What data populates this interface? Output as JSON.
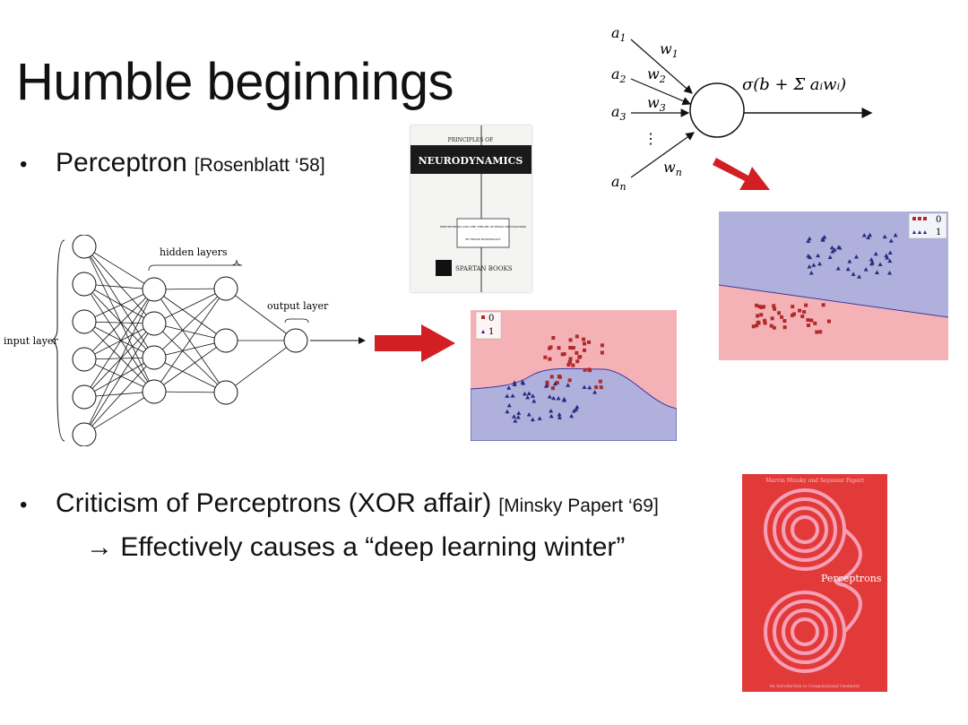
{
  "slide": {
    "title": "Humble beginnings",
    "bullet1": {
      "text": "Perceptron",
      "cite": "[Rosenblatt ‘58]"
    },
    "bullet2": {
      "text": "Criticism of Perceptrons (XOR affair)",
      "cite": "[Minsky Papert ‘69]"
    },
    "sub": "→ Effectively causes a “deep learning winter”"
  },
  "neuron": {
    "inputs": [
      "a1",
      "a2",
      "a3",
      "an"
    ],
    "weights": [
      "w1",
      "w2",
      "w3",
      "wn"
    ],
    "formula": "σ(b + Σ aᵢwᵢ)"
  },
  "network": {
    "labels": {
      "input": "input layer",
      "hidden": "hidden layers",
      "output": "output layer"
    },
    "layers": [
      6,
      4,
      3,
      1
    ]
  },
  "book1": {
    "header": "PRINCIPLES OF",
    "title": "NEURODYNAMICS",
    "subtitle": "PERCEPTRONS AND THE THEORY OF BRAIN MECHANISMS",
    "author": "BY FRANK ROSENBLATT",
    "publisher": "SPARTAN BOOKS"
  },
  "book2": {
    "authors": "Marvin Minsky and Seymour Papert",
    "title": "Perceptrons",
    "footer": "An Introduction to Computational Geometry"
  },
  "plots": {
    "legend": [
      "0",
      "1"
    ],
    "colors": {
      "red_region": "#f5b2b6",
      "blue_region": "#b0b0dd",
      "red_mark": "#b02a2a",
      "blue_mark": "#2a2a80",
      "arrow": "#d11f24"
    }
  }
}
